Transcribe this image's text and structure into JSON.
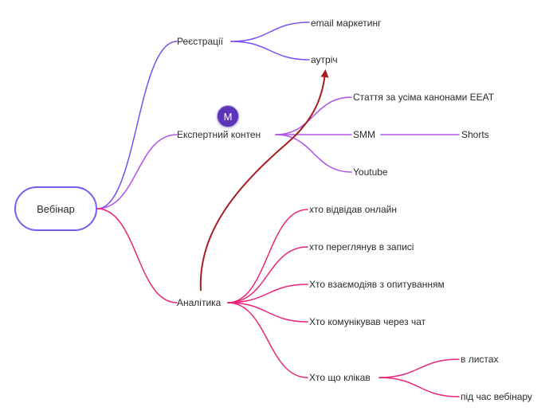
{
  "root": {
    "label": "Вебінар"
  },
  "avatar": {
    "initial": "M"
  },
  "branches": {
    "registrations": {
      "label": "Реєстрації",
      "children": [
        "email маркетинг",
        "аутріч"
      ]
    },
    "content": {
      "label": "Експертний контен",
      "children": [
        "Стаття за усіма канонами EEAT",
        "SMM",
        "Youtube"
      ],
      "smm_child": "Shorts"
    },
    "analytics": {
      "label": "Аналітика",
      "children": [
        "хто відвідав онлайн",
        "хто переглянув в записі",
        "Хто взаємодіяв з опитуванням",
        "Хто комунікував через чат",
        "Хто що клікав"
      ],
      "clicks_children": [
        "в листах",
        "під час вебінару"
      ]
    }
  },
  "colors": {
    "purple": "#7b4ef0",
    "violet": "#b153ea",
    "pink": "#e6247a",
    "arrow": "#a51d20",
    "root_border": "#7b5cf0"
  },
  "relation": {
    "from": "Аналітика",
    "to": "аутріч"
  }
}
